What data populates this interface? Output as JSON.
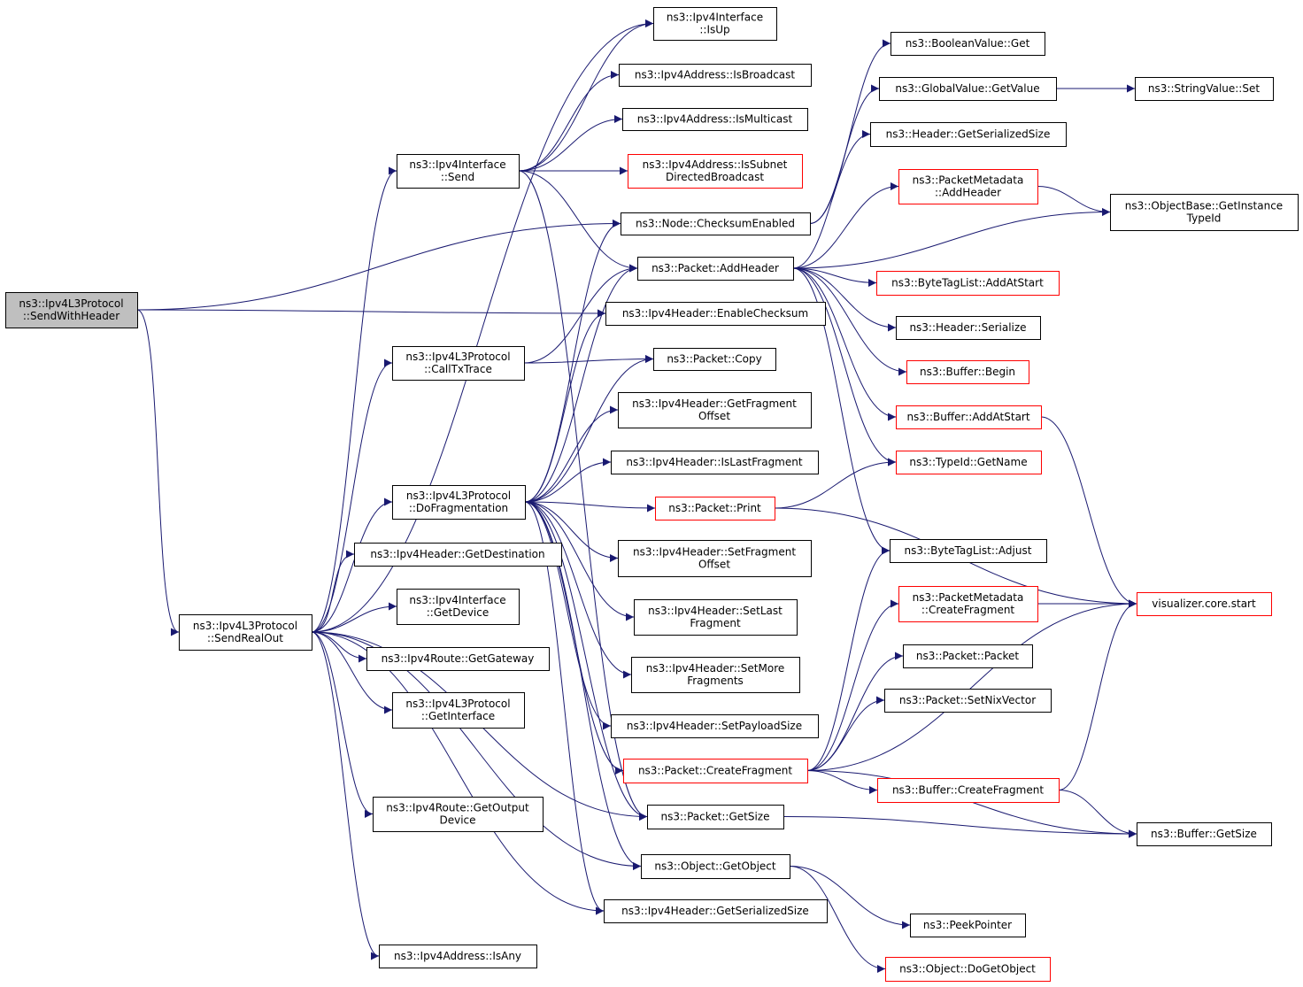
{
  "colors": {
    "edge": "#191970",
    "border_default": "#000000",
    "border_missing_doc": "#ff0000",
    "root_fill": "#bfbfbf",
    "node_fill": "#ffffff"
  },
  "nodes": [
    {
      "id": "root",
      "lines": [
        "ns3::Ipv4L3Protocol",
        "::SendWithHeader"
      ],
      "style": "root"
    },
    {
      "id": "isup",
      "lines": [
        "ns3::Ipv4Interface",
        "::IsUp"
      ],
      "style": "normal"
    },
    {
      "id": "isbroadcast",
      "lines": [
        "ns3::Ipv4Address::IsBroadcast"
      ],
      "style": "normal"
    },
    {
      "id": "ismulticast",
      "lines": [
        "ns3::Ipv4Address::IsMulticast"
      ],
      "style": "normal"
    },
    {
      "id": "issubnet",
      "lines": [
        "ns3::Ipv4Address::IsSubnet",
        "DirectedBroadcast"
      ],
      "style": "red"
    },
    {
      "id": "ifsend",
      "lines": [
        "ns3::Ipv4Interface",
        "::Send"
      ],
      "style": "normal"
    },
    {
      "id": "checksumenabled",
      "lines": [
        "ns3::Node::ChecksumEnabled"
      ],
      "style": "normal"
    },
    {
      "id": "addheader",
      "lines": [
        "ns3::Packet::AddHeader"
      ],
      "style": "normal"
    },
    {
      "id": "enablechecksum",
      "lines": [
        "ns3::Ipv4Header::EnableChecksum"
      ],
      "style": "normal"
    },
    {
      "id": "calltxtrace",
      "lines": [
        "ns3::Ipv4L3Protocol",
        "::CallTxTrace"
      ],
      "style": "normal"
    },
    {
      "id": "copy",
      "lines": [
        "ns3::Packet::Copy"
      ],
      "style": "normal"
    },
    {
      "id": "getfragoffset",
      "lines": [
        "ns3::Ipv4Header::GetFragment",
        "Offset"
      ],
      "style": "normal"
    },
    {
      "id": "islastfrag",
      "lines": [
        "ns3::Ipv4Header::IsLastFragment"
      ],
      "style": "normal"
    },
    {
      "id": "dofrag",
      "lines": [
        "ns3::Ipv4L3Protocol",
        "::DoFragmentation"
      ],
      "style": "normal"
    },
    {
      "id": "print",
      "lines": [
        "ns3::Packet::Print"
      ],
      "style": "red"
    },
    {
      "id": "getdest",
      "lines": [
        "ns3::Ipv4Header::GetDestination"
      ],
      "style": "normal"
    },
    {
      "id": "setfragoffset",
      "lines": [
        "ns3::Ipv4Header::SetFragment",
        "Offset"
      ],
      "style": "normal"
    },
    {
      "id": "getdevice",
      "lines": [
        "ns3::Ipv4Interface",
        "::GetDevice"
      ],
      "style": "normal"
    },
    {
      "id": "setlastfrag",
      "lines": [
        "ns3::Ipv4Header::SetLast",
        "Fragment"
      ],
      "style": "normal"
    },
    {
      "id": "sendrealout",
      "lines": [
        "ns3::Ipv4L3Protocol",
        "::SendRealOut"
      ],
      "style": "normal"
    },
    {
      "id": "getgateway",
      "lines": [
        "ns3::Ipv4Route::GetGateway"
      ],
      "style": "normal"
    },
    {
      "id": "setmorefrag",
      "lines": [
        "ns3::Ipv4Header::SetMore",
        "Fragments"
      ],
      "style": "normal"
    },
    {
      "id": "getinterface",
      "lines": [
        "ns3::Ipv4L3Protocol",
        "::GetInterface"
      ],
      "style": "normal"
    },
    {
      "id": "setpayload",
      "lines": [
        "ns3::Ipv4Header::SetPayloadSize"
      ],
      "style": "normal"
    },
    {
      "id": "createfrag",
      "lines": [
        "ns3::Packet::CreateFragment"
      ],
      "style": "red"
    },
    {
      "id": "getoutputdevice",
      "lines": [
        "ns3::Ipv4Route::GetOutput",
        "Device"
      ],
      "style": "normal"
    },
    {
      "id": "getsize",
      "lines": [
        "ns3::Packet::GetSize"
      ],
      "style": "normal"
    },
    {
      "id": "getobject",
      "lines": [
        "ns3::Object::GetObject"
      ],
      "style": "normal"
    },
    {
      "id": "getserialsize_ipv4",
      "lines": [
        "ns3::Ipv4Header::GetSerializedSize"
      ],
      "style": "normal"
    },
    {
      "id": "isany",
      "lines": [
        "ns3::Ipv4Address::IsAny"
      ],
      "style": "normal"
    },
    {
      "id": "boolget",
      "lines": [
        "ns3::BooleanValue::Get"
      ],
      "style": "normal"
    },
    {
      "id": "globalget",
      "lines": [
        "ns3::GlobalValue::GetValue"
      ],
      "style": "normal"
    },
    {
      "id": "stringset",
      "lines": [
        "ns3::StringValue::Set"
      ],
      "style": "normal"
    },
    {
      "id": "hdrserialsize",
      "lines": [
        "ns3::Header::GetSerializedSize"
      ],
      "style": "normal"
    },
    {
      "id": "pmaddheader",
      "lines": [
        "ns3::PacketMetadata",
        "::AddHeader"
      ],
      "style": "red"
    },
    {
      "id": "getinstancetypeid",
      "lines": [
        "ns3::ObjectBase::GetInstance",
        "TypeId"
      ],
      "style": "normal"
    },
    {
      "id": "btladdatstart",
      "lines": [
        "ns3::ByteTagList::AddAtStart"
      ],
      "style": "red"
    },
    {
      "id": "hdrserialize",
      "lines": [
        "ns3::Header::Serialize"
      ],
      "style": "normal"
    },
    {
      "id": "bufbegin",
      "lines": [
        "ns3::Buffer::Begin"
      ],
      "style": "red"
    },
    {
      "id": "bufaddatstart",
      "lines": [
        "ns3::Buffer::AddAtStart"
      ],
      "style": "red"
    },
    {
      "id": "typeidgetname",
      "lines": [
        "ns3::TypeId::GetName"
      ],
      "style": "red"
    },
    {
      "id": "btladjust",
      "lines": [
        "ns3::ByteTagList::Adjust"
      ],
      "style": "normal"
    },
    {
      "id": "pmcreatefrag",
      "lines": [
        "ns3::PacketMetadata",
        "::CreateFragment"
      ],
      "style": "red"
    },
    {
      "id": "vizstart",
      "lines": [
        "visualizer.core.start"
      ],
      "style": "red"
    },
    {
      "id": "packetctor",
      "lines": [
        "ns3::Packet::Packet"
      ],
      "style": "normal"
    },
    {
      "id": "setnixvector",
      "lines": [
        "ns3::Packet::SetNixVector"
      ],
      "style": "normal"
    },
    {
      "id": "bufcreatefrag",
      "lines": [
        "ns3::Buffer::CreateFragment"
      ],
      "style": "red"
    },
    {
      "id": "bufgetsize",
      "lines": [
        "ns3::Buffer::GetSize"
      ],
      "style": "normal"
    },
    {
      "id": "peekpointer",
      "lines": [
        "ns3::PeekPointer"
      ],
      "style": "normal"
    },
    {
      "id": "dogetobject",
      "lines": [
        "ns3::Object::DoGetObject"
      ],
      "style": "red"
    }
  ]
}
